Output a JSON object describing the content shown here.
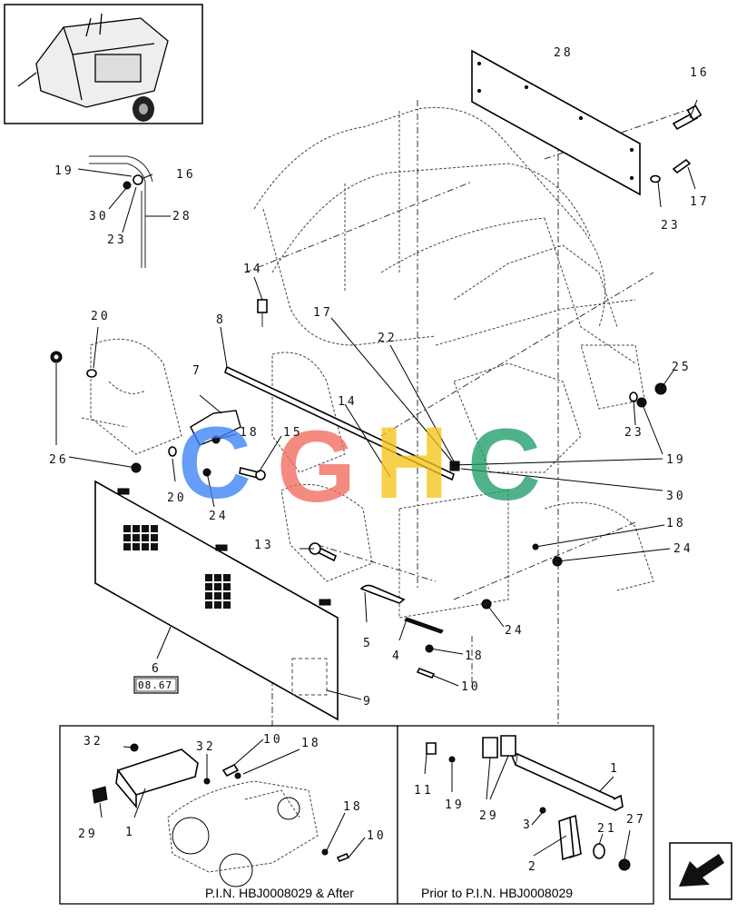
{
  "diagram": {
    "callouts": [
      {
        "id": "c28a",
        "text": "28"
      },
      {
        "id": "c16a",
        "text": "16"
      },
      {
        "id": "c17a",
        "text": "17"
      },
      {
        "id": "c23a",
        "text": "23"
      },
      {
        "id": "c19i",
        "text": "19"
      },
      {
        "id": "c16i",
        "text": "16"
      },
      {
        "id": "c30i",
        "text": "30"
      },
      {
        "id": "c23i",
        "text": "23"
      },
      {
        "id": "c28i",
        "text": "28"
      },
      {
        "id": "c14a",
        "text": "14"
      },
      {
        "id": "c20a",
        "text": "20"
      },
      {
        "id": "c8",
        "text": "8"
      },
      {
        "id": "c17b",
        "text": "17"
      },
      {
        "id": "c22",
        "text": "22"
      },
      {
        "id": "c25",
        "text": "25"
      },
      {
        "id": "c7",
        "text": "7"
      },
      {
        "id": "c18a",
        "text": "18"
      },
      {
        "id": "c15",
        "text": "15"
      },
      {
        "id": "c14b",
        "text": "14"
      },
      {
        "id": "c23b",
        "text": "23"
      },
      {
        "id": "c19a",
        "text": "19"
      },
      {
        "id": "c26",
        "text": "26"
      },
      {
        "id": "c20b",
        "text": "20"
      },
      {
        "id": "c24a",
        "text": "24"
      },
      {
        "id": "c30a",
        "text": "30"
      },
      {
        "id": "c18b",
        "text": "18"
      },
      {
        "id": "c24b",
        "text": "24"
      },
      {
        "id": "c13",
        "text": "13"
      },
      {
        "id": "c5",
        "text": "5"
      },
      {
        "id": "c24c",
        "text": "24"
      },
      {
        "id": "c6",
        "text": "6"
      },
      {
        "id": "c4",
        "text": "4"
      },
      {
        "id": "c18c",
        "text": "18"
      },
      {
        "id": "c10a",
        "text": "10"
      },
      {
        "id": "c9",
        "text": "9"
      },
      {
        "id": "c32a",
        "text": "32"
      },
      {
        "id": "c32b",
        "text": "32"
      },
      {
        "id": "c10b",
        "text": "10"
      },
      {
        "id": "c18d",
        "text": "18"
      },
      {
        "id": "c29a",
        "text": "29"
      },
      {
        "id": "c1a",
        "text": "1"
      },
      {
        "id": "c18e",
        "text": "18"
      },
      {
        "id": "c10c",
        "text": "10"
      },
      {
        "id": "c11",
        "text": "11"
      },
      {
        "id": "c19b",
        "text": "19"
      },
      {
        "id": "c29b",
        "text": "29"
      },
      {
        "id": "c1b",
        "text": "1"
      },
      {
        "id": "c3",
        "text": "3"
      },
      {
        "id": "c2",
        "text": "2"
      },
      {
        "id": "c21",
        "text": "21"
      },
      {
        "id": "c27",
        "text": "27"
      }
    ],
    "page_reference": "08.67",
    "inset_left_caption": "P.I.N. HBJ0008029 & After",
    "inset_right_caption": "Prior to P.I.N. HBJ0008029",
    "watermark": {
      "letters": [
        "C",
        "G",
        "H",
        "C"
      ],
      "colors": [
        "#3b82f6",
        "#f26b5e",
        "#f5c518",
        "#1f9d6b"
      ]
    },
    "nav_icon": "next-page-arrow-icon"
  }
}
